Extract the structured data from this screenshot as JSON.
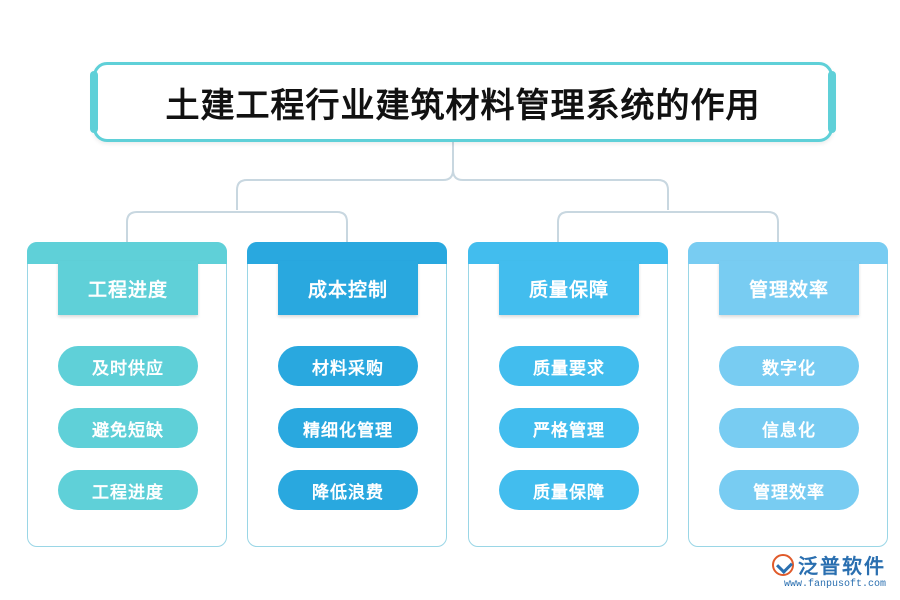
{
  "title": "土建工程行业建筑材料管理系统的作用",
  "colors": {
    "title_border": "#5fd0d8",
    "connector": "#c8d7e0"
  },
  "categories": [
    {
      "label": "工程进度",
      "color": "#5fd0d8",
      "items": [
        "及时供应",
        "避免短缺",
        "工程进度"
      ]
    },
    {
      "label": "成本控制",
      "color": "#29a8df",
      "items": [
        "材料采购",
        "精细化管理",
        "降低浪费"
      ]
    },
    {
      "label": "质量保障",
      "color": "#42bdee",
      "items": [
        "质量要求",
        "严格管理",
        "质量保障"
      ]
    },
    {
      "label": "管理效率",
      "color": "#78ccf2",
      "items": [
        "数字化",
        "信息化",
        "管理效率"
      ]
    }
  ],
  "logo": {
    "name": "泛普软件",
    "url": "www.fanpusoft.com"
  }
}
